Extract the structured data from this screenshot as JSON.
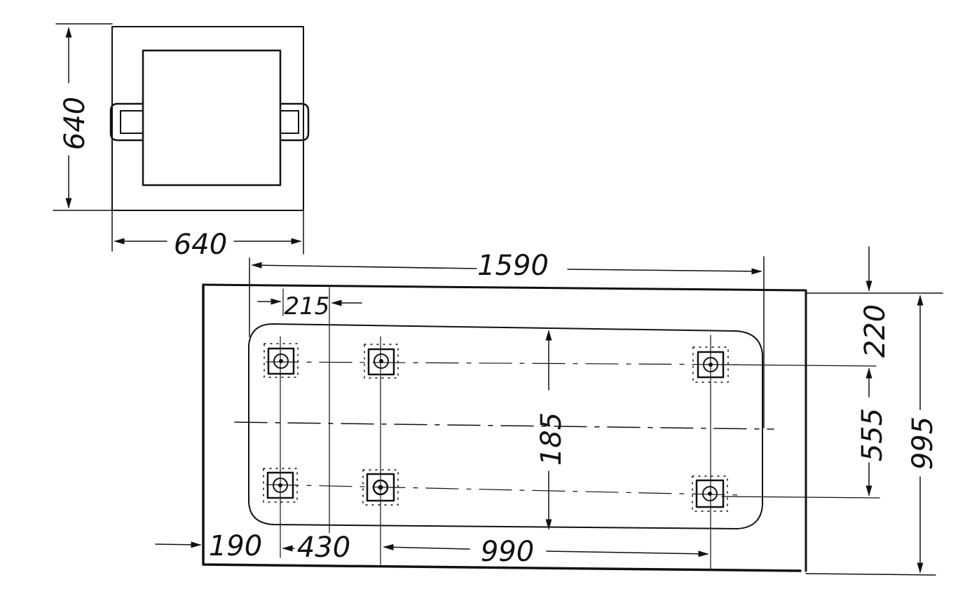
{
  "drawing": {
    "top_view": {
      "width_label": "640",
      "height_label": "640"
    },
    "plan_view": {
      "overall_length_label": "1590",
      "spacing_215_label": "215",
      "offset_190_label": "190",
      "spacing_430_label": "430",
      "spacing_990_label": "990",
      "inner_185_label": "185",
      "vertical_220_label": "220",
      "vertical_555_label": "555",
      "overall_depth_label": "995"
    }
  }
}
